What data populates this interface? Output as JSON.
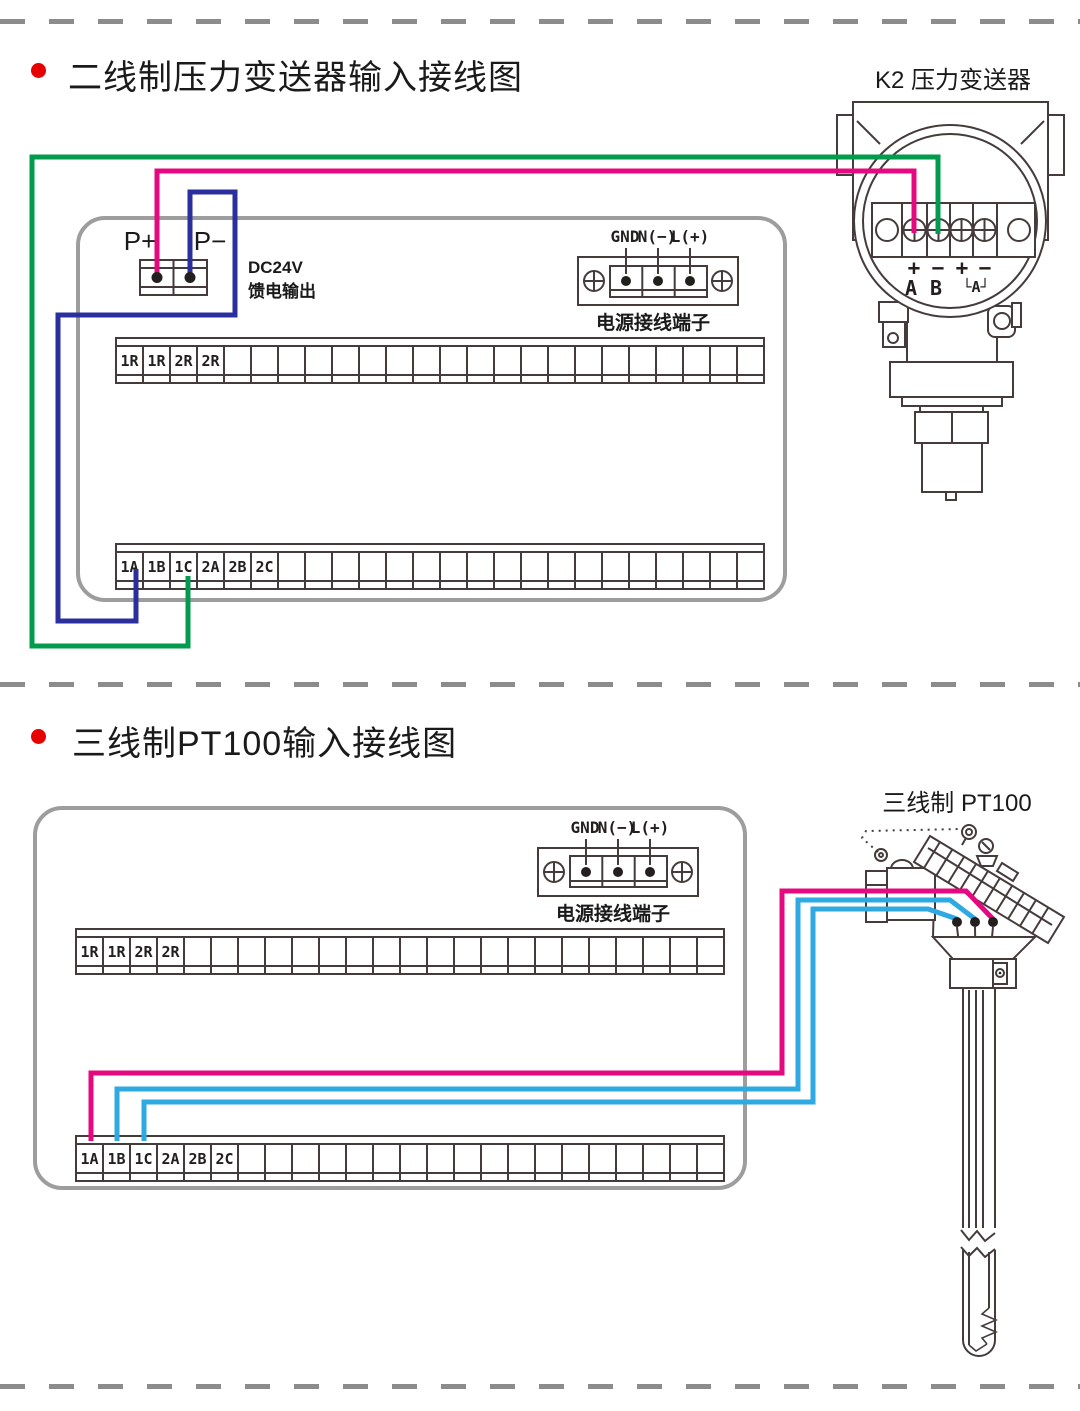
{
  "colors": {
    "pink": "#E5097F",
    "green": "#009B4C",
    "blue": "#2B2F9E",
    "cyan": "#2FA9E1",
    "panel_gray": "#9D9D9D",
    "line_ink": "#453B3B",
    "bullet_red": "#E60000"
  },
  "section1": {
    "title": "二线制压力变送器输入接线图",
    "device_label": "K2 压力变送器",
    "feed_terminal": {
      "plus": "P+",
      "minus": "P−",
      "note_line1": "DC24V",
      "note_line2": "馈电输出"
    },
    "power_terminal": {
      "labels": [
        "GND",
        "N(−)",
        "L(+)"
      ],
      "caption": "电源接线端子"
    },
    "strip_top": {
      "labels": [
        "1R",
        "1R",
        "2R",
        "2R"
      ],
      "cells": 24
    },
    "strip_bottom": {
      "labels": [
        "1A",
        "1B",
        "1C",
        "2A",
        "2B",
        "2C"
      ],
      "cells": 24
    },
    "transmitter": {
      "polarity": [
        "+",
        "−",
        "+",
        "−"
      ],
      "terminal_a": "A",
      "terminal_b": "B",
      "terminal_bracket": "└A┘"
    }
  },
  "section2": {
    "title": "三线制PT100输入接线图",
    "device_label": "三线制 PT100",
    "power_terminal": {
      "labels": [
        "GND",
        "N(−)",
        "L(+)"
      ],
      "caption": "电源接线端子"
    },
    "strip_top": {
      "labels": [
        "1R",
        "1R",
        "2R",
        "2R"
      ],
      "cells": 24
    },
    "strip_bottom": {
      "labels": [
        "1A",
        "1B",
        "1C",
        "2A",
        "2B",
        "2C"
      ],
      "cells": 24
    }
  }
}
